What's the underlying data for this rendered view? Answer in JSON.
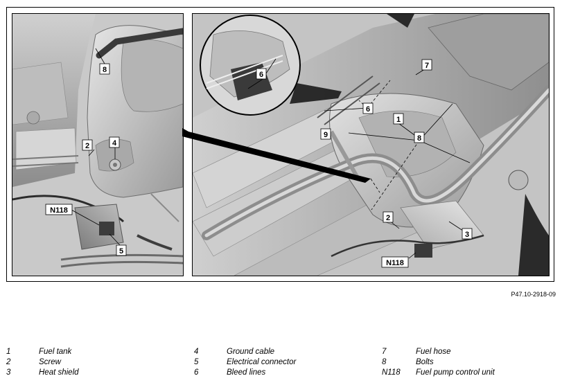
{
  "figure_ref": "P47.10-2918-09",
  "callouts": {
    "left": [
      {
        "id": "c-l-8",
        "text": "8"
      },
      {
        "id": "c-l-2",
        "text": "2"
      },
      {
        "id": "c-l-4",
        "text": "4"
      },
      {
        "id": "c-l-n118",
        "text": "N118"
      },
      {
        "id": "c-l-5",
        "text": "5"
      }
    ],
    "inset": [
      {
        "id": "c-i-6",
        "text": "6"
      }
    ],
    "right": [
      {
        "id": "c-r-7",
        "text": "7"
      },
      {
        "id": "c-r-6",
        "text": "6"
      },
      {
        "id": "c-r-1",
        "text": "1"
      },
      {
        "id": "c-r-9",
        "text": "9"
      },
      {
        "id": "c-r-8",
        "text": "8"
      },
      {
        "id": "c-r-2",
        "text": "2"
      },
      {
        "id": "c-r-3",
        "text": "3"
      },
      {
        "id": "c-r-n118",
        "text": "N118"
      }
    ]
  },
  "legend": [
    {
      "num": "1",
      "label": "Fuel tank"
    },
    {
      "num": "2",
      "label": "Screw"
    },
    {
      "num": "3",
      "label": "Heat shield"
    },
    {
      "num": "4",
      "label": "Ground cable"
    },
    {
      "num": "5",
      "label": "Electrical connector"
    },
    {
      "num": "6",
      "label": "Bleed lines"
    },
    {
      "num": "7",
      "label": "Fuel hose"
    },
    {
      "num": "8",
      "label": "Bolts"
    },
    {
      "num": "N118",
      "label": "Fuel pump control unit"
    }
  ]
}
